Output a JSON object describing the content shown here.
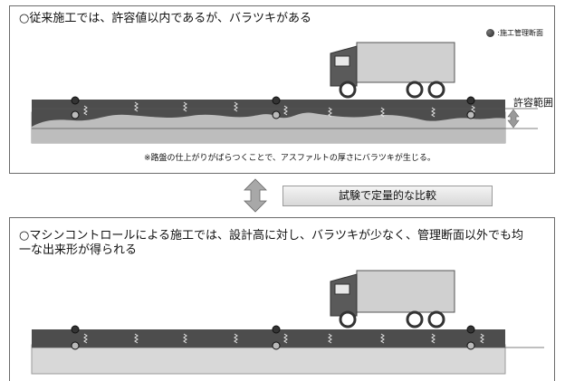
{
  "top_panel": {
    "headline": "○従来施工では、許容値以内であるが、バラツキがある",
    "legend_label": ":施工管理断面",
    "tolerance_label": "許容範囲",
    "note": "※路盤の仕上がりがばらつくことで、アスファルトの厚さにバラツキが生じる。"
  },
  "comparison": {
    "label": "試験で定量的な比較"
  },
  "bottom_panel": {
    "headline": "○マシンコントロールによる施工では、設計高に対し、バラツキが少なく、管理断面以外でも均一な出来形が得られる"
  },
  "colors": {
    "asphalt": "#4d4d4d",
    "base_course": "#bdbdbd",
    "base_light": "#dcdcdc",
    "truck_body": "#d0d0d0",
    "truck_cab": "#5a5a5a",
    "marker": "#333333"
  }
}
